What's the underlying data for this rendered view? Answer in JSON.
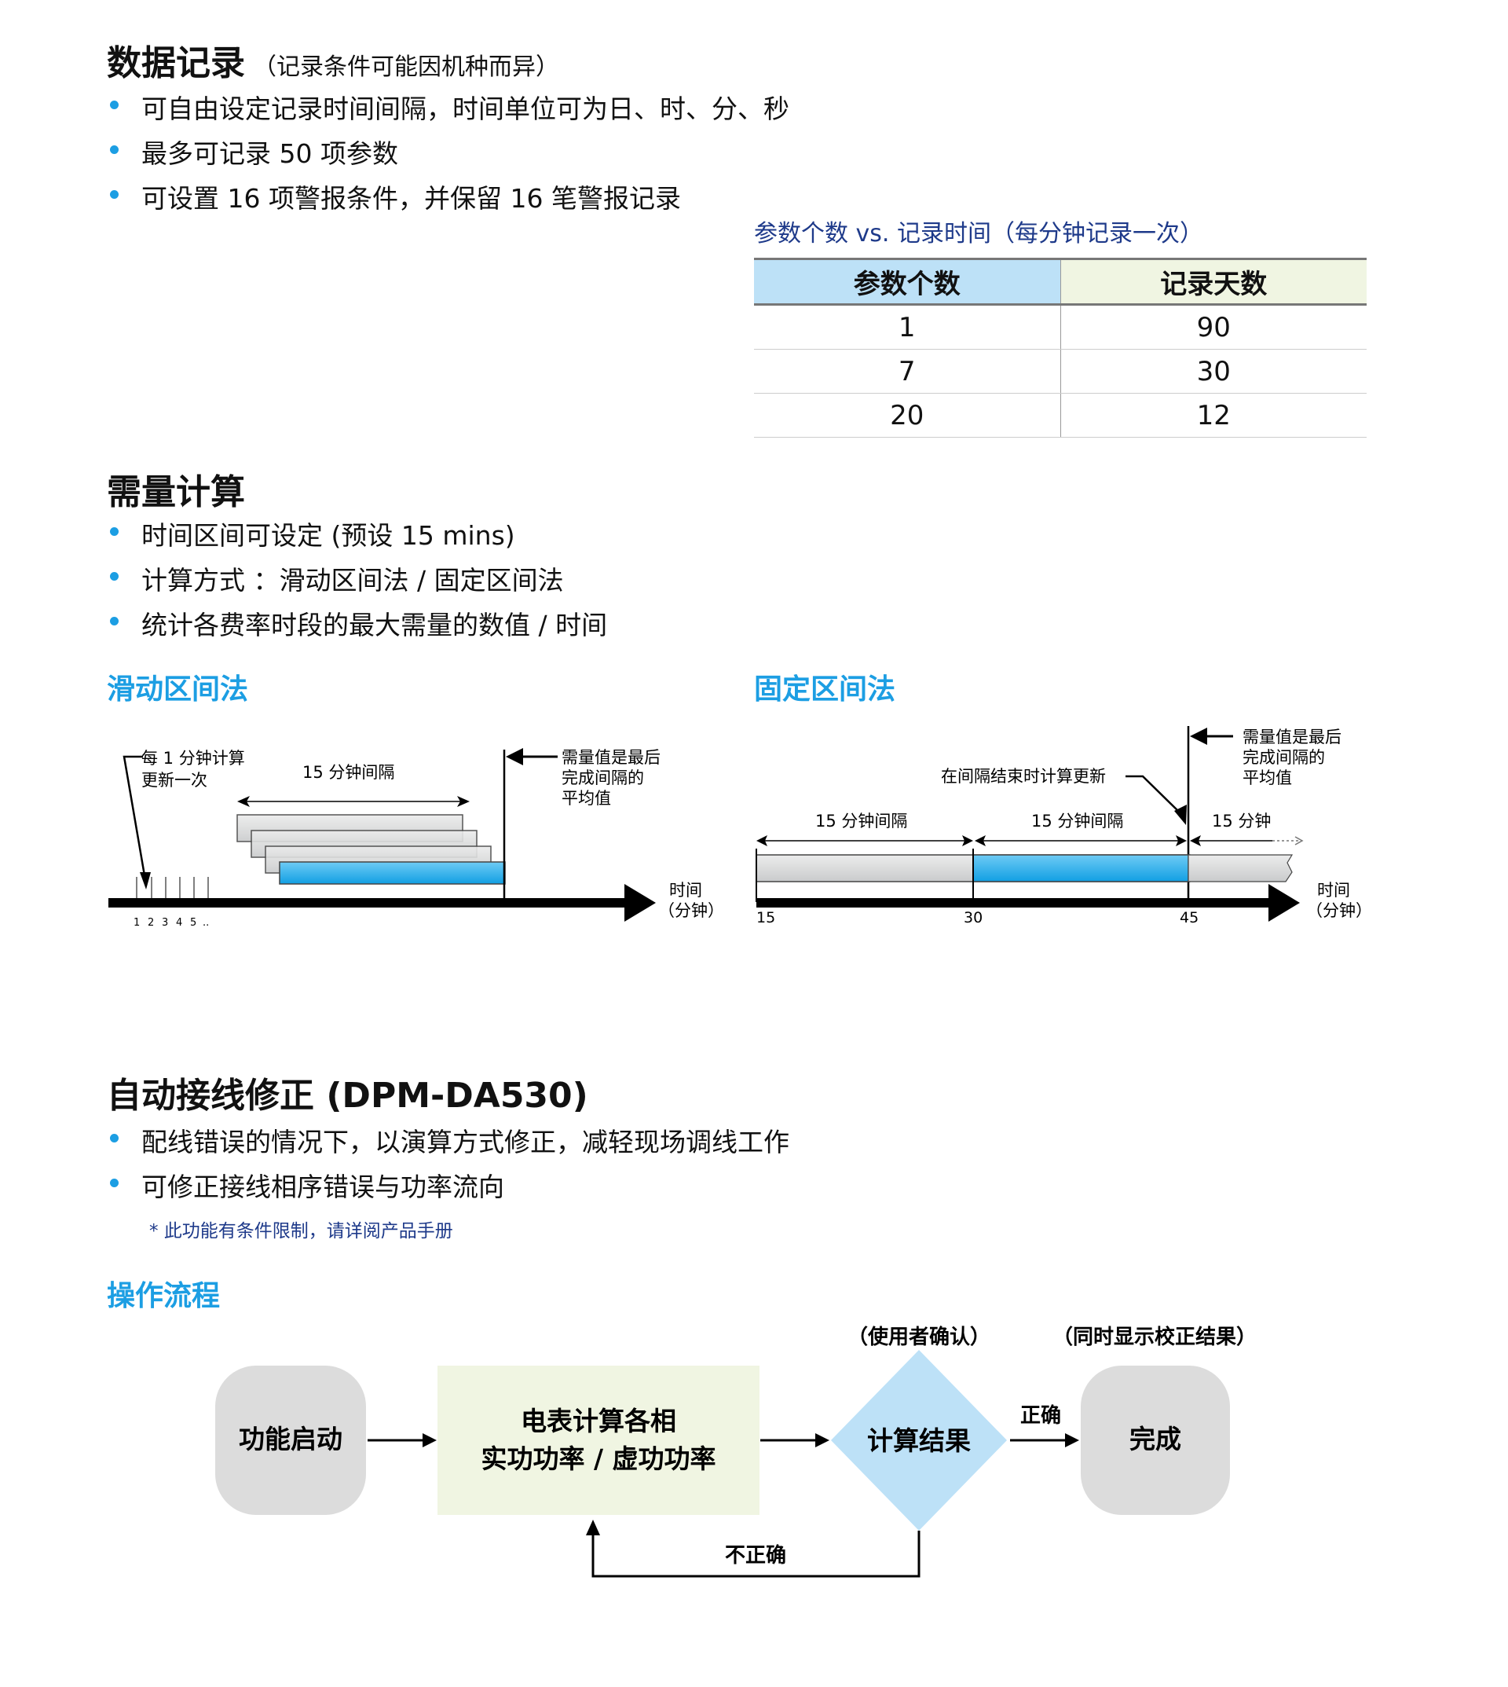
{
  "section_logging": {
    "title": "数据记录",
    "subtitle": "（记录条件可能因机种而异）",
    "bullets": [
      "可自由设定记录时间间隔，时间单位可为日、时、分、秒",
      "最多可记录 50 项参数",
      "可设置 16 项警报条件，并保留 16 笔警报记录"
    ],
    "table": {
      "caption": "参数个数 vs. 记录时间（每分钟记录一次）",
      "headers": [
        "参数个数",
        "记录天数"
      ],
      "rows": [
        [
          "1",
          "90"
        ],
        [
          "7",
          "30"
        ],
        [
          "20",
          "12"
        ]
      ],
      "header_colors": [
        "#bde1f7",
        "#f0f5e2"
      ]
    }
  },
  "section_demand": {
    "title": "需量计算",
    "bullets": [
      "时间区间可设定 (预设 15 mins)",
      "计算方式 ：滑动区间法 / 固定区间法",
      "统计各费率时段的最大需量的数值 / 时间"
    ],
    "sliding": {
      "heading": "滑动区间法",
      "update_note_line1": "每 1 分钟计算",
      "update_note_line2": "更新一次",
      "interval_label": "15 分钟间隔",
      "result_line1": "需量值是最后",
      "result_line2": "完成间隔的",
      "result_line3": "平均值",
      "ticks": [
        "1",
        "2",
        "3",
        "4",
        "5",
        ".."
      ],
      "axis_line1": "时间",
      "axis_line2": "（分钟）"
    },
    "fixed": {
      "heading": "固定区间法",
      "update_note": "在间隔结束时计算更新",
      "interval_labels": [
        "15 分钟间隔",
        "15 分钟间隔",
        "15 分钟"
      ],
      "result_line1": "需量值是最后",
      "result_line2": "完成间隔的",
      "result_line3": "平均值",
      "ticks": [
        "15",
        "30",
        "45"
      ],
      "axis_line1": "时间",
      "axis_line2": "（分钟）"
    }
  },
  "section_wiring": {
    "title": "自动接线修正 (DPM-DA530)",
    "bullets": [
      "配线错误的情况下，以演算方式修正，减轻现场调线工作",
      "可修正接线相序错误与功率流向"
    ],
    "note": "*  此功能有条件限制，请详阅产品手册",
    "flow": {
      "heading": "操作流程",
      "start": "功能启动",
      "calc_line1": "电表计算各相",
      "calc_line2": "实功功率 / 虚功功率",
      "decision": "计算结果",
      "decision_note": "（使用者确认）",
      "done": "完成",
      "done_note": "（同时显示校正结果）",
      "yes_label": "正确",
      "no_label": "不正确"
    }
  },
  "colors": {
    "accent": "#1c9ee3",
    "caption": "#1e3a8a",
    "gray_box": "#dcdcdc",
    "calc_box": "#f0f5e2",
    "decision": "#bde1f7"
  }
}
